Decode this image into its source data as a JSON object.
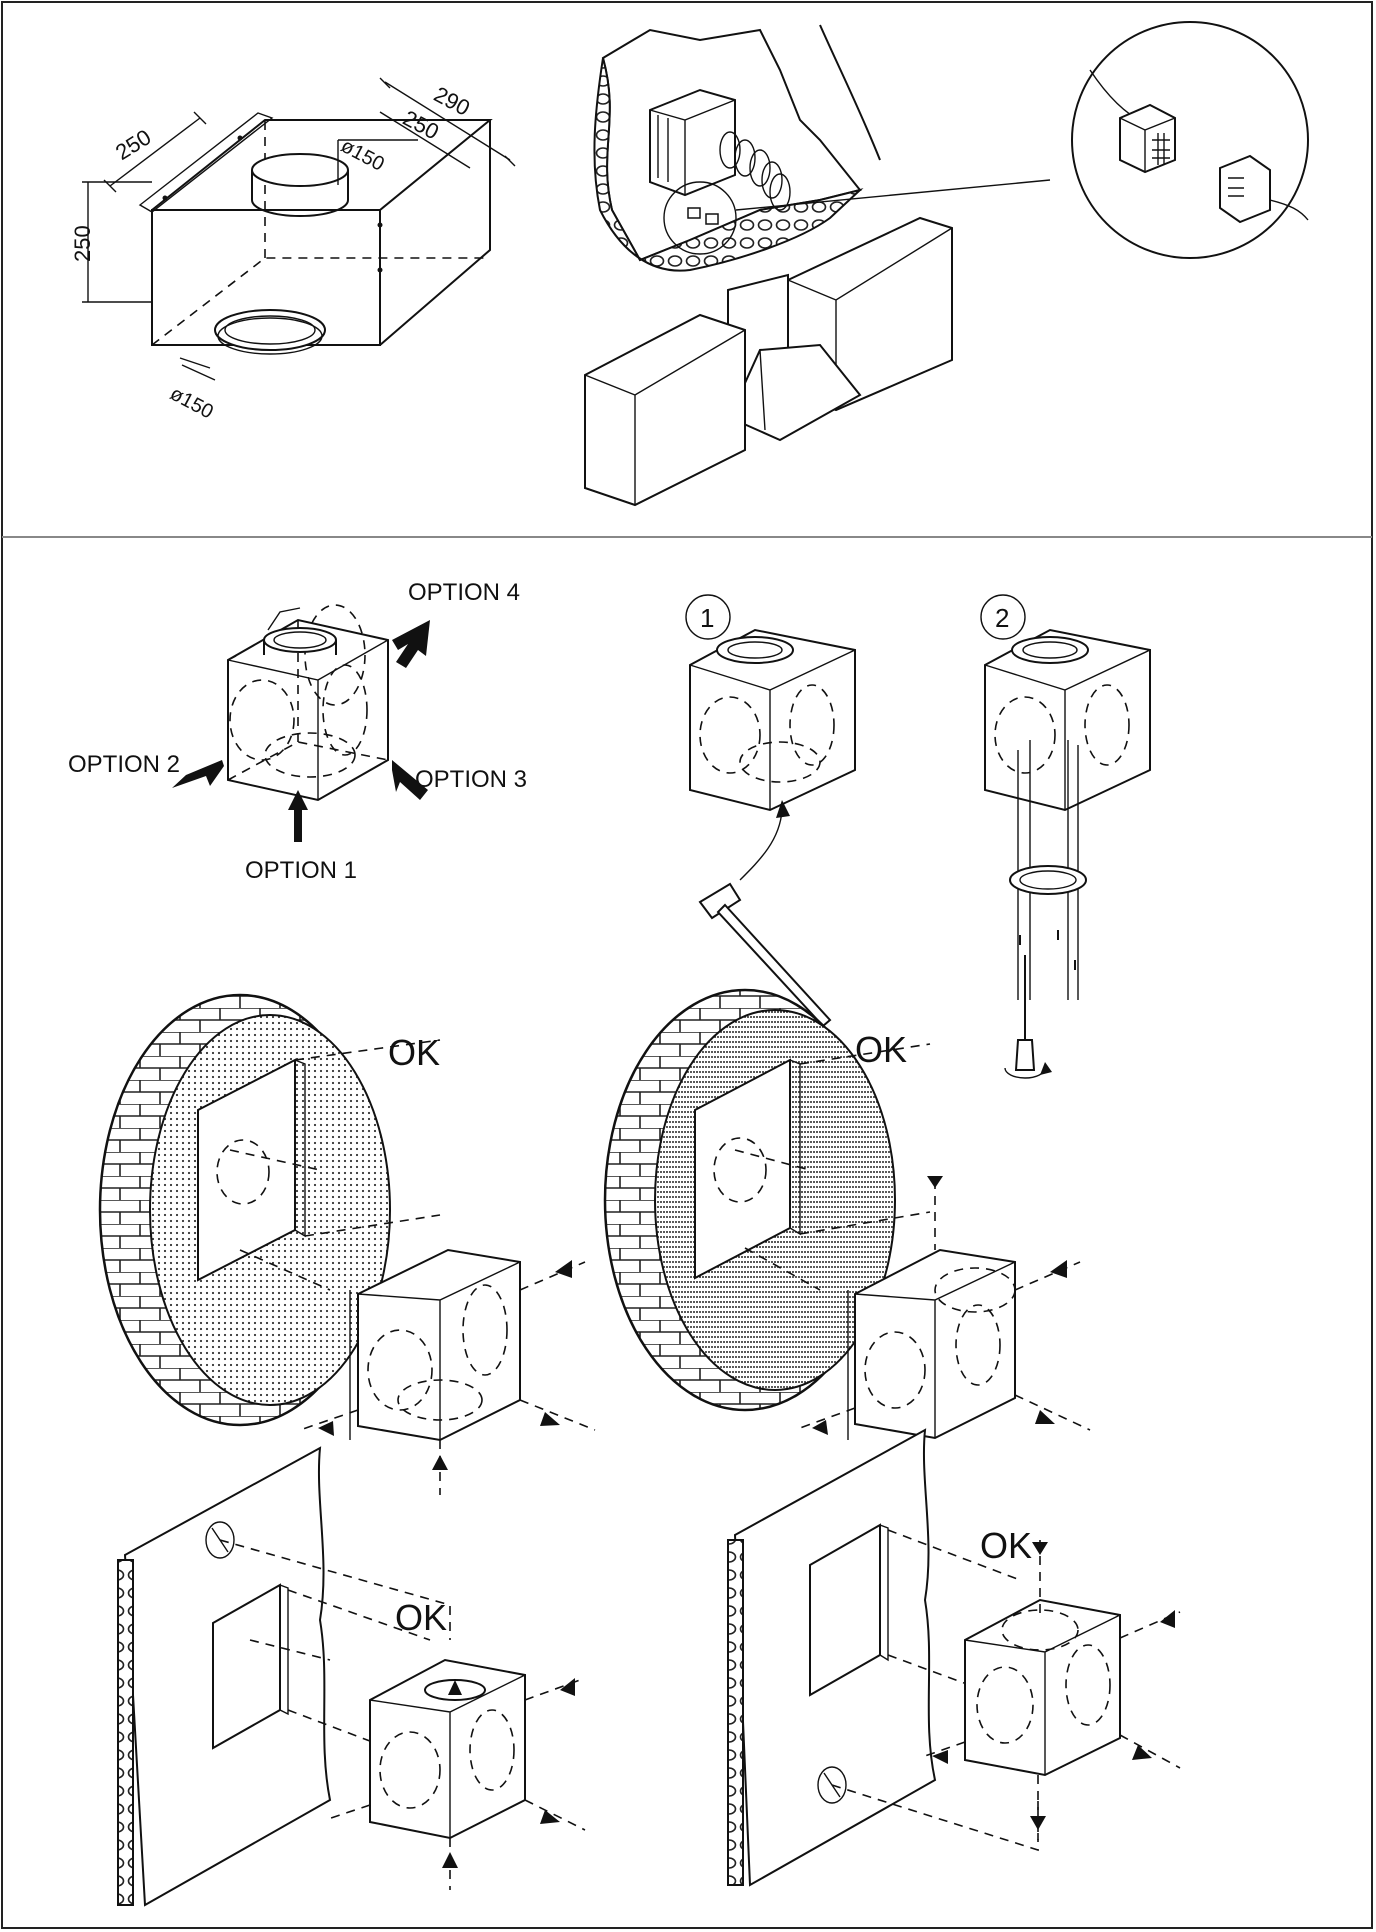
{
  "dimensions": {
    "width_left": "250",
    "depth_outer": "290",
    "depth_inner": "250",
    "height": "250",
    "top_collar": "ø150",
    "bottom_collar": "ø150"
  },
  "options": {
    "option_1": "OPTION  1",
    "option_2": "OPTION  2",
    "option_3": "OPTION  3",
    "option_4": "OPTION  4"
  },
  "steps": {
    "step_1": "1",
    "step_2": "2"
  },
  "ok_labels": {
    "brick_left": "OK",
    "brick_right": "OK",
    "wall_left": "OK",
    "wall_right": "OK"
  }
}
